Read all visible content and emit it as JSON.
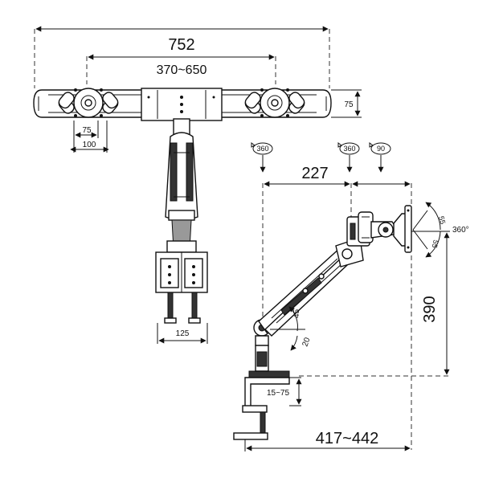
{
  "front_view": {
    "total_width": "752",
    "arm_range": "370~650",
    "bar_height": "75",
    "vesa_small": "75",
    "vesa_large": "100",
    "clamp_width": "125"
  },
  "side_view": {
    "rotation_base": "360",
    "rotation_mid": "360",
    "tilt_head": "90",
    "arm_reach": "227",
    "tilt_up": "55",
    "tilt_down": "55",
    "rotation_screen": "360°",
    "height": "390",
    "arm_angle_up": "45",
    "arm_angle_down": "20",
    "clamp_thickness": "15~75",
    "total_reach": "417~442"
  }
}
